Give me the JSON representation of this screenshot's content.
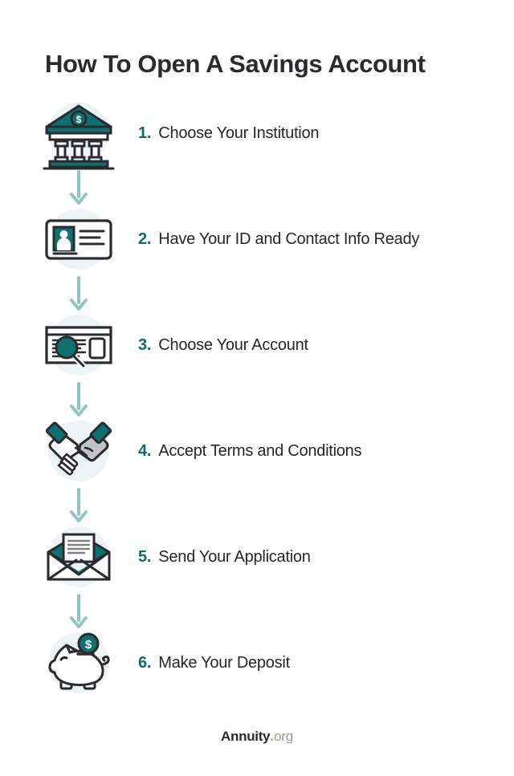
{
  "title": "How To Open A Savings Account",
  "colors": {
    "teal_dark": "#0c6b6b",
    "teal_fill": "#0f7070",
    "teal_arrow": "#8fc5c2",
    "circle_bg": "#eef4f5",
    "ink": "#2b2b2f",
    "gray_fill": "#c4c4c4",
    "green_dot": "#8cc63f",
    "page_bg": "#ffffff"
  },
  "steps": [
    {
      "number": "1.",
      "label": "Choose Your Institution",
      "icon": "bank-icon"
    },
    {
      "number": "2.",
      "label": "Have Your ID and Contact Info Ready",
      "icon": "id-card-icon"
    },
    {
      "number": "3.",
      "label": "Choose Your Account",
      "icon": "document-search-icon"
    },
    {
      "number": "4.",
      "label": "Accept Terms and Conditions",
      "icon": "handshake-icon"
    },
    {
      "number": "5.",
      "label": "Send Your Application",
      "icon": "envelope-icon"
    },
    {
      "number": "6.",
      "label": "Make Your Deposit",
      "icon": "piggy-bank-icon"
    }
  ],
  "connector": {
    "icon": "arrow-down-icon",
    "count": 5
  },
  "footer": {
    "logo_main": "Annuity",
    "logo_dot": ".",
    "logo_tld": "org"
  }
}
